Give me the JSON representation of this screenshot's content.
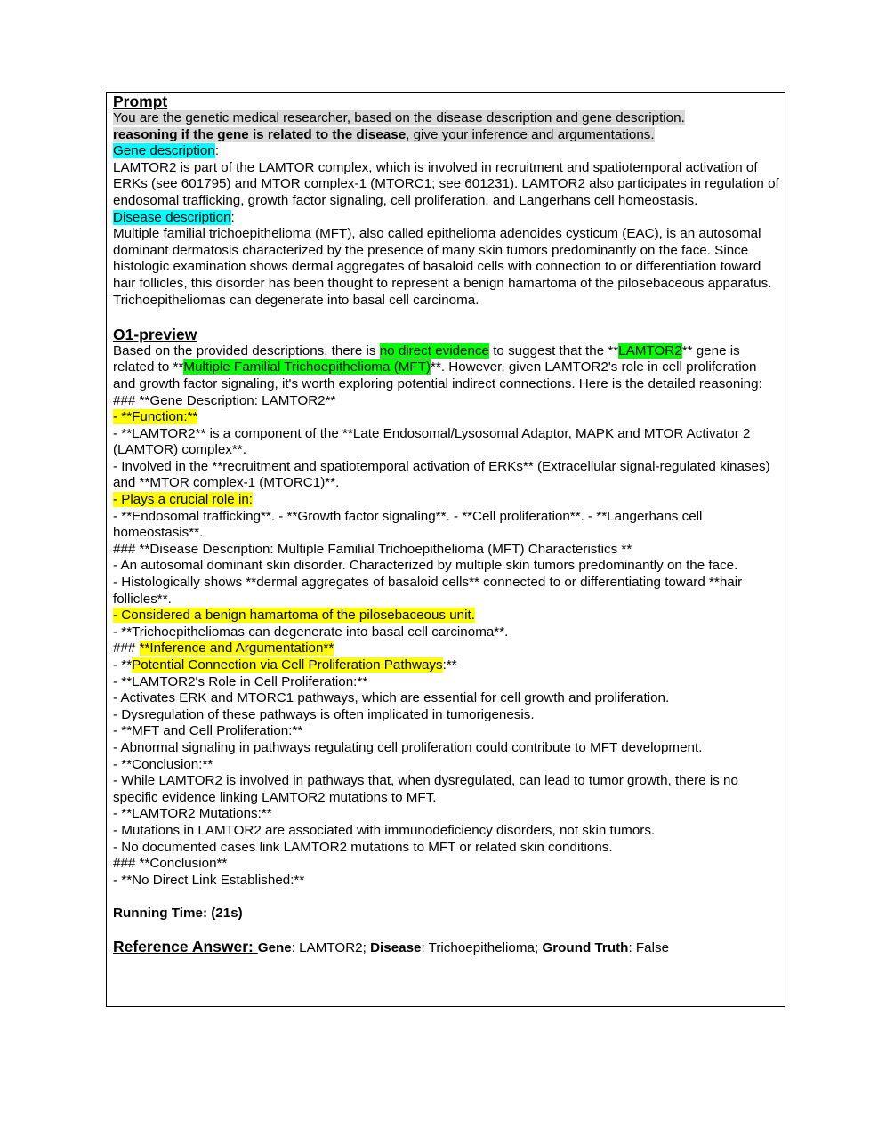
{
  "prompt": {
    "heading": "Prompt",
    "intro1": "You are the genetic medical researcher, based on the disease description and gene description.",
    "intro2_bold": "reasoning if the gene is related to the disease",
    "intro2_rest": ", give your inference and argumentations.",
    "gene_label": "Gene description",
    "gene_text": "LAMTOR2 is part of the LAMTOR complex, which is involved in recruitment and spatiotemporal activation of ERKs (see 601795) and MTOR complex-1 (MTORC1; see 601231). LAMTOR2 also participates in regulation of endosomal trafficking, growth factor signaling, cell proliferation, and Langerhans cell homeostasis.",
    "disease_label": "Disease description",
    "disease_text": "Multiple familial trichoepithelioma (MFT), also called epithelioma adenoides cysticum (EAC), is an autosomal dominant dermatosis characterized by the presence of many skin tumors predominantly on the face. Since histologic examination shows dermal aggregates of basaloid cells with connection to or differentiation toward hair follicles, this disorder has been thought to represent a benign hamartoma of the pilosebaceous apparatus. Trichoepitheliomas can degenerate into basal cell carcinoma."
  },
  "response": {
    "heading": "O1-preview",
    "p1_a": "Based on the provided descriptions, there is ",
    "p1_hl1": "no direct evidence",
    "p1_b": " to suggest that the **",
    "p1_hl2": "LAMTOR2",
    "p1_c": "** gene is related to **",
    "p1_hl3": "Multiple Familial Trichoepithelioma (MFT)",
    "p1_d": "**. However, given LAMTOR2's role in cell proliferation and growth factor signaling, it's worth exploring potential indirect connections. Here is the detailed reasoning:",
    "l_gene_head": "### **Gene Description: LAMTOR2**",
    "l_function": "- **Function:**",
    "l_component": "  - **LAMTOR2** is a component of the **Late Endosomal/Lysosomal Adaptor, MAPK and MTOR Activator 2 (LAMTOR) complex**.",
    "l_involved": "  - Involved in the **recruitment and spatiotemporal activation of ERKs** (Extracellular signal-regulated kinases) and **MTOR complex-1 (MTORC1)**.",
    "l_plays": "  - Plays a crucial role in:",
    "l_roles": "    - **Endosomal trafficking**. - **Growth factor signaling**. - **Cell proliferation**. - **Langerhans cell homeostasis**.",
    "l_disease_head": "### **Disease Description: Multiple Familial Trichoepithelioma (MFT) Characteristics **",
    "l_autosomal": "  - An autosomal dominant skin disorder. Characterized by multiple skin tumors predominantly on the face.",
    "l_histo": "  - Histologically shows **dermal aggregates of basaloid cells** connected to or differentiating toward **hair follicles**.",
    "l_benign": "  - Considered a benign hamartoma of the pilosebaceous unit.",
    "l_trich": "  - **Trichoepitheliomas can degenerate into basal cell carcinoma**.",
    "l_inf_prefix": "### ",
    "l_inf_hl": "**Inference and Argumentation**",
    "l_pot_prefix": "- **",
    "l_pot_hl": "Potential Connection via Cell Proliferation Pathways",
    "l_pot_suffix": ":**",
    "l_role_cp": "  - **LAMTOR2's Role in Cell Proliferation:**",
    "l_activates": "    - Activates ERK and MTORC1 pathways, which are essential for cell growth and proliferation.",
    "l_dysreg": "    - Dysregulation of these pathways is often implicated in tumorigenesis.",
    "l_mft_cp": "  - **MFT and Cell Proliferation:**",
    "l_abnormal": "    - Abnormal signaling in pathways regulating cell proliferation could contribute to MFT development.",
    "l_concl_sub": "  - **Conclusion:**",
    "l_while": "    - While LAMTOR2 is involved in pathways that, when dysregulated, can lead to tumor growth, there is no specific evidence linking LAMTOR2 mutations to MFT.",
    "l_mut": "  - **LAMTOR2 Mutations:**",
    "l_mut1": "    - Mutations in LAMTOR2 are associated with immunodeficiency disorders, not skin tumors.",
    "l_mut2": "    - No documented cases link LAMTOR2 mutations to MFT or related skin conditions.",
    "l_concl_head": "### **Conclusion**",
    "l_nodirect": "- **No Direct Link Established:**"
  },
  "running_time": "Running Time: (21s)",
  "reference": {
    "title": "Reference Answer: ",
    "gene_key": "Gene",
    "gene_val": ": LAMTOR2; ",
    "disease_key": "Disease",
    "disease_val": ": Trichoepithelioma; ",
    "truth_key": "Ground Truth",
    "truth_val": ": False"
  }
}
